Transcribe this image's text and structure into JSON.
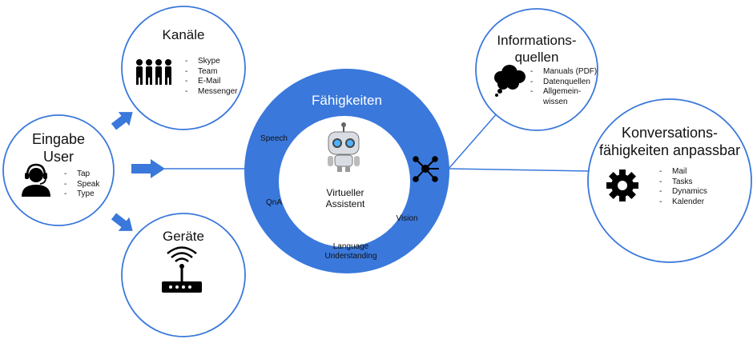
{
  "colors": {
    "accent": "#3a78db",
    "circle_stroke": "#3a78db",
    "icon": "#000000",
    "ring_text": "#ffffff"
  },
  "input_node": {
    "title": "Eingabe User",
    "title_line1": "Eingabe",
    "title_line2": "User",
    "icon": "headset-user-icon",
    "items": [
      "Tap",
      "Speak",
      "Type"
    ]
  },
  "channels_node": {
    "title": "Kanäle",
    "icon": "group-of-people-icon",
    "items": [
      "Skype",
      "Team",
      "E-Mail",
      "Messenger"
    ]
  },
  "devices_node": {
    "title": "Geräte",
    "icon": "wifi-router-icon"
  },
  "core": {
    "ring_title": "Fähigkeiten",
    "center_label_line1": "Virtueller",
    "center_label_line2": "Assistent",
    "center_icon": "robot-icon",
    "connector_icon": "network-hub-icon",
    "skills": {
      "speech": "Speech",
      "qna": "QnA",
      "vision": "Vision",
      "language_line1": "Language",
      "language_line2": "Understanding"
    }
  },
  "info_node": {
    "title_line1": "Informations-",
    "title_line2": "quellen",
    "icon": "thought-cloud-icon",
    "items": [
      "Manuals (PDF)",
      "Datenquellen",
      "Allgemein-",
      "wissen"
    ]
  },
  "conversation_node": {
    "title_line1": "Konversations-",
    "title_line2": "fähigkeiten anpassbar",
    "icon": "gear-icon",
    "items": [
      "Mail",
      "Tasks",
      "Dynamics",
      "Kalender"
    ]
  }
}
